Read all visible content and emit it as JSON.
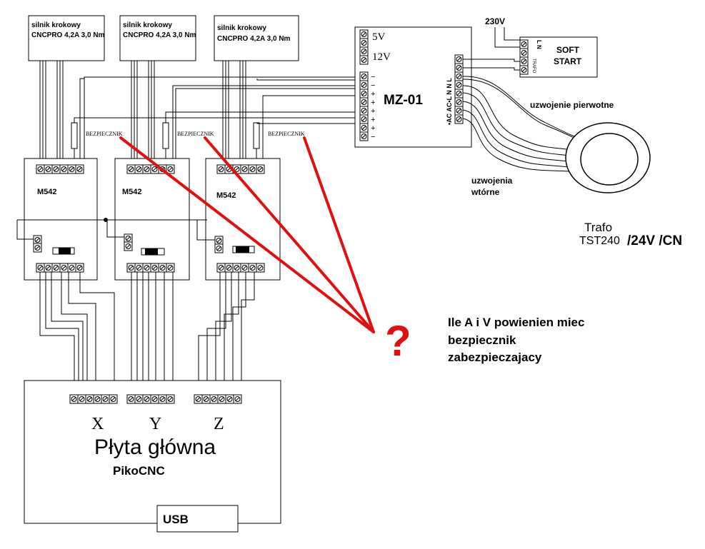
{
  "motors": [
    {
      "line1": "silnik krokowy",
      "line2": "CNCPRO 4,2A 3,0 Nm"
    },
    {
      "line1": "silnik krokowy",
      "line2": "CNCPRO 4,2A 3,0 Nm"
    },
    {
      "line1": "silnik krokowy",
      "line2": "CNCPRO 4,2A 3,0 Nm"
    }
  ],
  "fuse_labels": [
    "BEZPIECZNIK",
    "BEZPIECZNIK",
    "BEZPIECZNIK"
  ],
  "drivers": [
    "M542",
    "M542",
    "M542"
  ],
  "psu": {
    "title": "MZ-01",
    "out_5v": "5V",
    "out_12v": "12V",
    "terminal_signs": [
      "−",
      "−",
      "+",
      "+",
      "+",
      "+",
      "+",
      "−"
    ],
    "side_label": "•AC AC•L N N L"
  },
  "softstart": {
    "voltage": "230V",
    "line1": "SOFT",
    "line2": "START",
    "pins": "L N",
    "trafo": "TRAFO"
  },
  "transformer": {
    "primary_label": "uzwojenie pierwotne",
    "secondary_line1": "uzwojenia",
    "secondary_line2": "wtórne",
    "name": "Trafo",
    "model_prefix": "TST240",
    "model_suffix": "/24V /CN"
  },
  "question": {
    "mark": "?",
    "line1": "Ile A i V powienien miec",
    "line2": "bezpiecznik",
    "line3": "zabezpieczajacy"
  },
  "board": {
    "axes": [
      "X",
      "Y",
      "Z"
    ],
    "title": "Płyta główna",
    "subtitle": "PikoCNC",
    "usb": "USB"
  },
  "colors": {
    "wire": "#000000",
    "annotation": "#e01010"
  }
}
